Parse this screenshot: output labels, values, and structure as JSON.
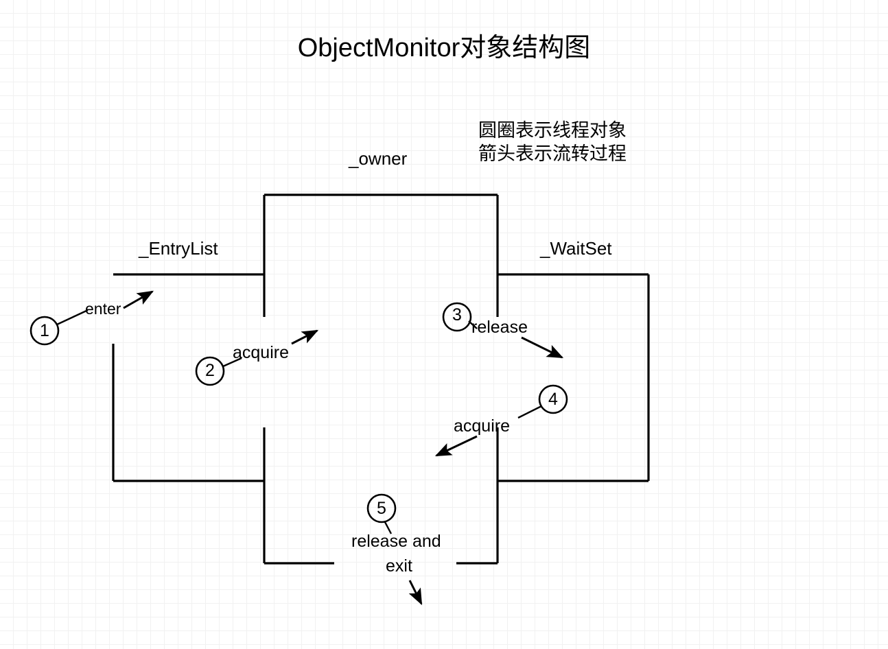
{
  "title": "ObjectMonitor对象结构图",
  "legend": {
    "line1": "圆圈表示线程对象",
    "line2": "箭头表示流转过程"
  },
  "regions": {
    "owner": "_owner",
    "entry_list": "_EntryList",
    "wait_set": "_WaitSet"
  },
  "steps": [
    {
      "number": "1",
      "label": "enter"
    },
    {
      "number": "2",
      "label": "acquire"
    },
    {
      "number": "3",
      "label": "release"
    },
    {
      "number": "4",
      "label": "acquire"
    },
    {
      "number": "5",
      "label_line1": "release and",
      "label_line2": "exit"
    }
  ],
  "colors": {
    "stroke": "#000000",
    "background": "#ffffff",
    "grid_minor": "#f1f1f1",
    "grid_major": "#cdcdcd"
  },
  "diagram_type": "flow-diagram"
}
